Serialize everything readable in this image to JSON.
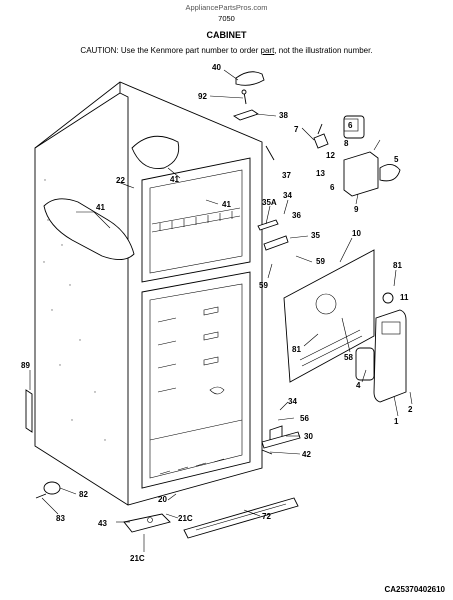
{
  "header": {
    "site": "AppliancePartsPros.com",
    "model_code": "7050",
    "title": "CABINET",
    "caution_pre": "CAUTION: Use the Kenmore part number to order ",
    "caution_link": "part",
    "caution_post": ", not the illustration number."
  },
  "footer": {
    "document_number": "CA25370402610"
  },
  "callouts": [
    {
      "id": "40",
      "text": "40"
    },
    {
      "id": "92",
      "text": "92"
    },
    {
      "id": "38",
      "text": "38"
    },
    {
      "id": "7",
      "text": "7"
    },
    {
      "id": "6a",
      "text": "6"
    },
    {
      "id": "8",
      "text": "8"
    },
    {
      "id": "12",
      "text": "12"
    },
    {
      "id": "13",
      "text": "13"
    },
    {
      "id": "6b",
      "text": "6"
    },
    {
      "id": "5",
      "text": "5"
    },
    {
      "id": "9",
      "text": "9"
    },
    {
      "id": "37",
      "text": "37"
    },
    {
      "id": "41a",
      "text": "41"
    },
    {
      "id": "22",
      "text": "22"
    },
    {
      "id": "41b",
      "text": "41"
    },
    {
      "id": "41c",
      "text": "41"
    },
    {
      "id": "34a",
      "text": "34"
    },
    {
      "id": "35A",
      "text": "35A"
    },
    {
      "id": "36",
      "text": "36"
    },
    {
      "id": "35",
      "text": "35"
    },
    {
      "id": "10",
      "text": "10"
    },
    {
      "id": "59a",
      "text": "59"
    },
    {
      "id": "59b",
      "text": "59"
    },
    {
      "id": "81a",
      "text": "81"
    },
    {
      "id": "11",
      "text": "11"
    },
    {
      "id": "81b",
      "text": "81"
    },
    {
      "id": "58",
      "text": "58"
    },
    {
      "id": "4",
      "text": "4"
    },
    {
      "id": "1",
      "text": "1"
    },
    {
      "id": "2",
      "text": "2"
    },
    {
      "id": "89",
      "text": "89"
    },
    {
      "id": "34b",
      "text": "34"
    },
    {
      "id": "56",
      "text": "56"
    },
    {
      "id": "30",
      "text": "30"
    },
    {
      "id": "42",
      "text": "42"
    },
    {
      "id": "82",
      "text": "82"
    },
    {
      "id": "83",
      "text": "83"
    },
    {
      "id": "20",
      "text": "20"
    },
    {
      "id": "43",
      "text": "43"
    },
    {
      "id": "21Ca",
      "text": "21C"
    },
    {
      "id": "72",
      "text": "72"
    },
    {
      "id": "21Cb",
      "text": "21C"
    }
  ]
}
